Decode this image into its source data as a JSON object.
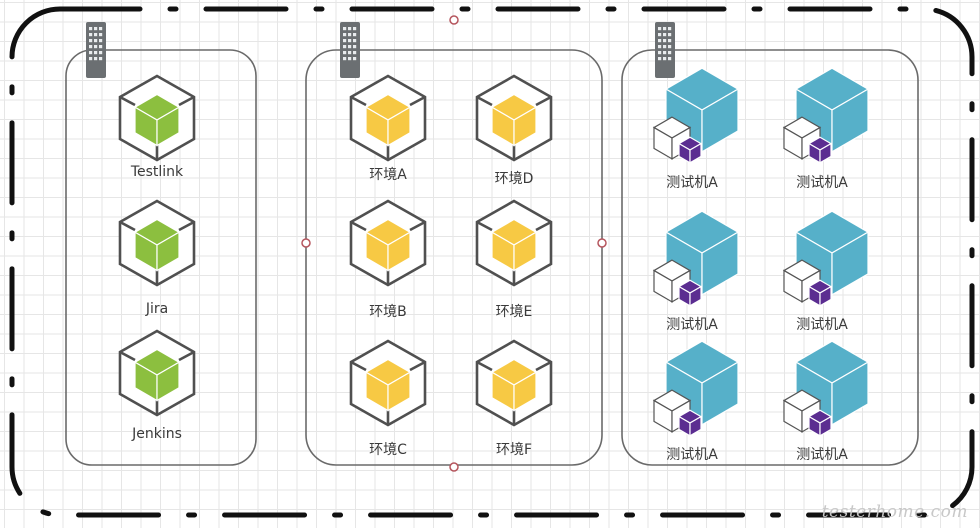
{
  "diagram": {
    "groups": [
      {
        "name": "tools",
        "icon": "building-icon",
        "node_color": "#8cbf3f",
        "nodes": [
          {
            "label": "Testlink",
            "icon": "cube-outline-icon"
          },
          {
            "label": "Jira",
            "icon": "cube-outline-icon"
          },
          {
            "label": "Jenkins",
            "icon": "cube-outline-icon"
          }
        ]
      },
      {
        "name": "environments",
        "icon": "building-icon",
        "node_color": "#f7c944",
        "nodes": [
          {
            "label": "环境A",
            "icon": "cube-outline-icon"
          },
          {
            "label": "环境D",
            "icon": "cube-outline-icon"
          },
          {
            "label": "环境B",
            "icon": "cube-outline-icon"
          },
          {
            "label": "环境E",
            "icon": "cube-outline-icon"
          },
          {
            "label": "环境C",
            "icon": "cube-outline-icon"
          },
          {
            "label": "环境F",
            "icon": "cube-outline-icon"
          }
        ]
      },
      {
        "name": "test-machines",
        "icon": "building-icon",
        "node_color": "#56b0c9",
        "accent_color": "#5b2d91",
        "nodes": [
          {
            "label": "测试机A",
            "icon": "server-cubes-icon"
          },
          {
            "label": "测试机A",
            "icon": "server-cubes-icon"
          },
          {
            "label": "测试机A",
            "icon": "server-cubes-icon"
          },
          {
            "label": "测试机A",
            "icon": "server-cubes-icon"
          },
          {
            "label": "测试机A",
            "icon": "server-cubes-icon"
          },
          {
            "label": "测试机A",
            "icon": "server-cubes-icon"
          }
        ]
      }
    ],
    "connection_point_color": "#b5555d",
    "watermark": "testerhome.com"
  }
}
